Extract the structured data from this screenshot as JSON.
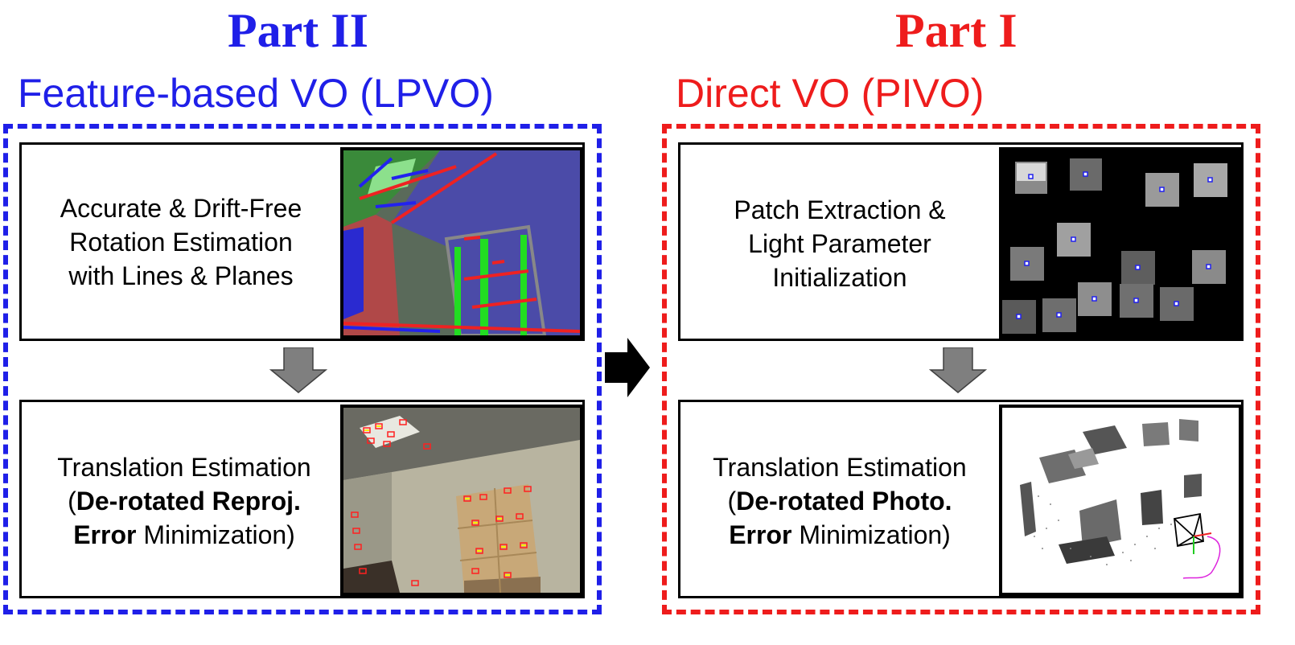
{
  "left": {
    "part_label": "Part",
    "part_numeral": "II",
    "subtitle": "Feature-based VO (LPVO)",
    "color": "#1f1fe8",
    "top_box": {
      "lines": [
        "Accurate & Drift-Free",
        "Rotation Estimation",
        "with Lines & Planes"
      ]
    },
    "bottom_box": {
      "line1": "Translation Estimation",
      "line2_open": "(",
      "line2_bold": "De-rotated Reproj.",
      "line3_bold": "Error",
      "line3_rest": " Minimization)"
    }
  },
  "right": {
    "part_label": "Part",
    "part_numeral": "I",
    "subtitle": "Direct VO (PIVO)",
    "color": "#ee1c1c",
    "top_box": {
      "lines": [
        "Patch Extraction &",
        "Light Parameter",
        "Initialization"
      ]
    },
    "bottom_box": {
      "line1": "Translation Estimation",
      "line2_open": "(",
      "line2_bold": "De-rotated Photo.",
      "line3_bold": "Error",
      "line3_rest": " Minimization)"
    }
  },
  "colors": {
    "arrow_gray": "#7f7f7f",
    "plane_blue": "#4b4ba8",
    "line_green": "#22dd22",
    "line_red": "#ee2222"
  }
}
